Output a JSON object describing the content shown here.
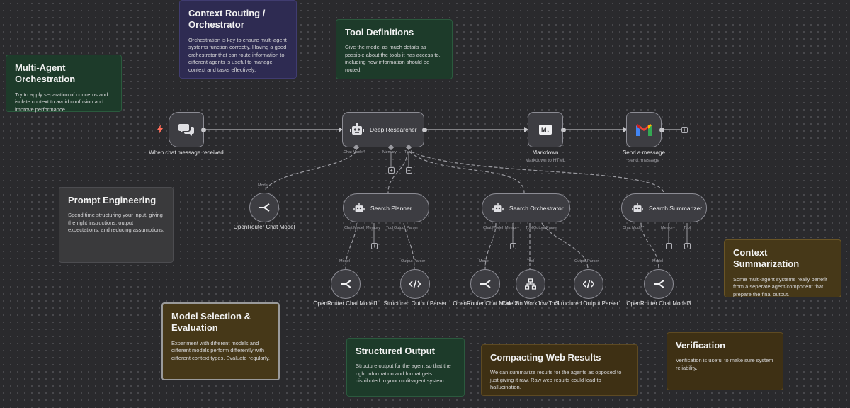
{
  "notes": {
    "multi_agent": {
      "title": "Multi-Agent Orchestration",
      "body": "Try to apply separation of concerns and isolate context to avoid confusion and improve performance."
    },
    "context_routing": {
      "title": "Context Routing / Orchestrator",
      "body": "Orchestration is key to ensure multi-agent systems function correctly. Having a good orchestrator that can route information to different agents is useful to manage context and tasks effectively."
    },
    "tool_definitions": {
      "title": "Tool Definitions",
      "body": "Give the model as much details as possible about the tools it has access to, including how information should be routed."
    },
    "prompt_engineering": {
      "title": "Prompt Engineering",
      "body": "Spend time structuring your input, giving the right instructions, output expectations, and reducing assumptions."
    },
    "model_selection": {
      "title": "Model Selection & Evaluation",
      "body": "Experiment with different models and different models perform differently with different context types. Evaluate regularly."
    },
    "structured_output": {
      "title": "Structured Output",
      "body": "Structure output for the agent so that the right information and format gets distributed to your mulit-agent system."
    },
    "compacting": {
      "title": "Compacting Web Results",
      "body": "We can summarize results for the agents as opposed to just giving it raw. Raw web results could lead to hallucination."
    },
    "context_summarization": {
      "title": "Context Summarization",
      "body": "Some multi-agent systems really benefit from a seperate agent/component that prepare the final output."
    },
    "verification": {
      "title": "Verification",
      "body": "Verification is useful to make sure system reliability."
    }
  },
  "nodes": {
    "trigger": {
      "label": "When chat message received"
    },
    "deep_researcher": {
      "title": "Deep Researcher"
    },
    "markdown": {
      "label": "Markdown",
      "sub": "Markdown to HTML"
    },
    "gmail": {
      "label": "Send a message",
      "sub": "send: message"
    },
    "openrouter": {
      "label": "OpenRouter Chat Model"
    },
    "search_planner": {
      "title": "Search Planner"
    },
    "search_orchestrator": {
      "title": "Search Orchestrator"
    },
    "search_summarizer": {
      "title": "Search Summarizer"
    },
    "openrouter1": {
      "label": "OpenRouter Chat Model1"
    },
    "struct_parser": {
      "label": "Structured Output Parser"
    },
    "openrouter2": {
      "label": "OpenRouter Chat Model2"
    },
    "n8n_tool": {
      "label": "Call n8n Workflow Tool"
    },
    "struct_parser1": {
      "label": "Structured Output Parser1"
    },
    "openrouter3": {
      "label": "OpenRouter Chat Model3"
    }
  },
  "ports": {
    "chat_model_req": "Chat Model*",
    "chat_model": "Chat Model",
    "memory": "Memory",
    "tool": "Tool",
    "output_parser": "Output Parser",
    "model": "Model"
  },
  "icons": {
    "plus": "+",
    "markdown_badge": "M↓"
  },
  "colors": {
    "canvas": "#2a2a2d",
    "node_border": "#8c8c94",
    "edge": "#b8b8bd",
    "trigger_bolt": "#ff6d5a"
  }
}
